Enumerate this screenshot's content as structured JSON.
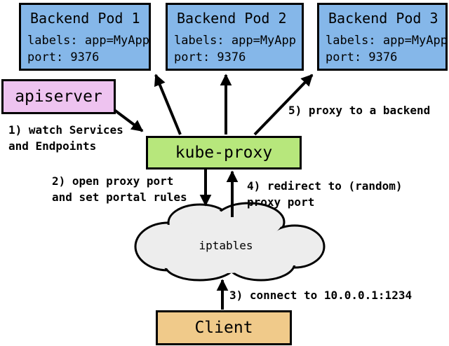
{
  "pods": [
    {
      "title": "Backend Pod 1",
      "labels": "labels: app=MyApp",
      "port": "port: 9376"
    },
    {
      "title": "Backend Pod 2",
      "labels": "labels: app=MyApp",
      "port": "port: 9376"
    },
    {
      "title": "Backend Pod 3",
      "labels": "labels: app=MyApp",
      "port": "port: 9376"
    }
  ],
  "apiserver": {
    "label": "apiserver"
  },
  "kube_proxy": {
    "label": "kube-proxy"
  },
  "iptables": {
    "label": "iptables"
  },
  "client": {
    "label": "Client"
  },
  "annotations": {
    "step1": "1) watch Services\nand Endpoints",
    "step2": "2) open proxy port\nand set portal rules",
    "step3": "3) connect to 10.0.0.1:1234",
    "step4": "4) redirect to (random)\nproxy port",
    "step5": "5) proxy to a backend"
  },
  "colors": {
    "pod_fill": "#85b7e9",
    "apiserver_fill": "#eec3f0",
    "kube_proxy_fill": "#b7e77c",
    "client_fill": "#f0ca8a",
    "cloud_fill": "#ededed",
    "line": "#000000"
  }
}
